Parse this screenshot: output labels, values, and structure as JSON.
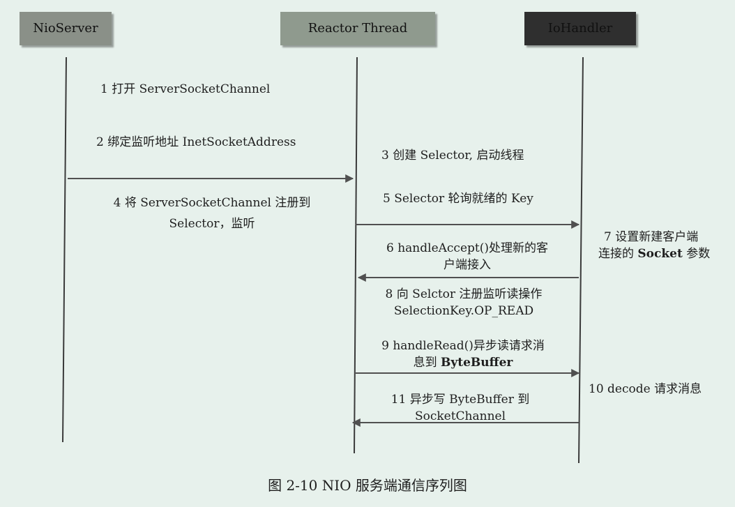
{
  "colors": {
    "background": "#e7f1ec",
    "nioserver_box": "#8a9088",
    "reactor_box": "#8f9a8e",
    "iohandler_box": "#2f2f2f",
    "lifeline": "#3a3a3a",
    "arrow": "#505050"
  },
  "participants": {
    "nioserver": "NioServer",
    "reactor": "Reactor Thread",
    "iohandler": "IoHandler"
  },
  "steps": {
    "s1": "1  打开  ServerSocketChannel",
    "s2": "2  绑定监听地址 InetSocketAddress",
    "s3": "3  创建 Selector, 启动线程",
    "s4_line1": "4  将  ServerSocketChannel 注册到",
    "s4_line2": "Selector，监听",
    "s5": "5 Selector 轮询就绪的 Key",
    "s6_line1": "6 handleAccept()处理新的客",
    "s6_line2": "户端接入",
    "s7_line1": "7  设置新建客户端",
    "s7_line2_pre": "连接的 ",
    "s7_line2_bold": "Socket",
    "s7_line2_post": " 参数",
    "s8_line1": "8  向 Selctor 注册监听读操作",
    "s8_line2": "SelectionKey.OP_READ",
    "s9_line1": "9 handleRead()异步读请求消",
    "s9_line2_pre": "息到 ",
    "s9_line2_bold": "ByteBuffer",
    "s10": "10 decode  请求消息",
    "s11_line1": "11  异步写 ByteBuffer 到",
    "s11_line2": "SocketChannel"
  },
  "caption": "图 2-10    NIO 服务端通信序列图"
}
